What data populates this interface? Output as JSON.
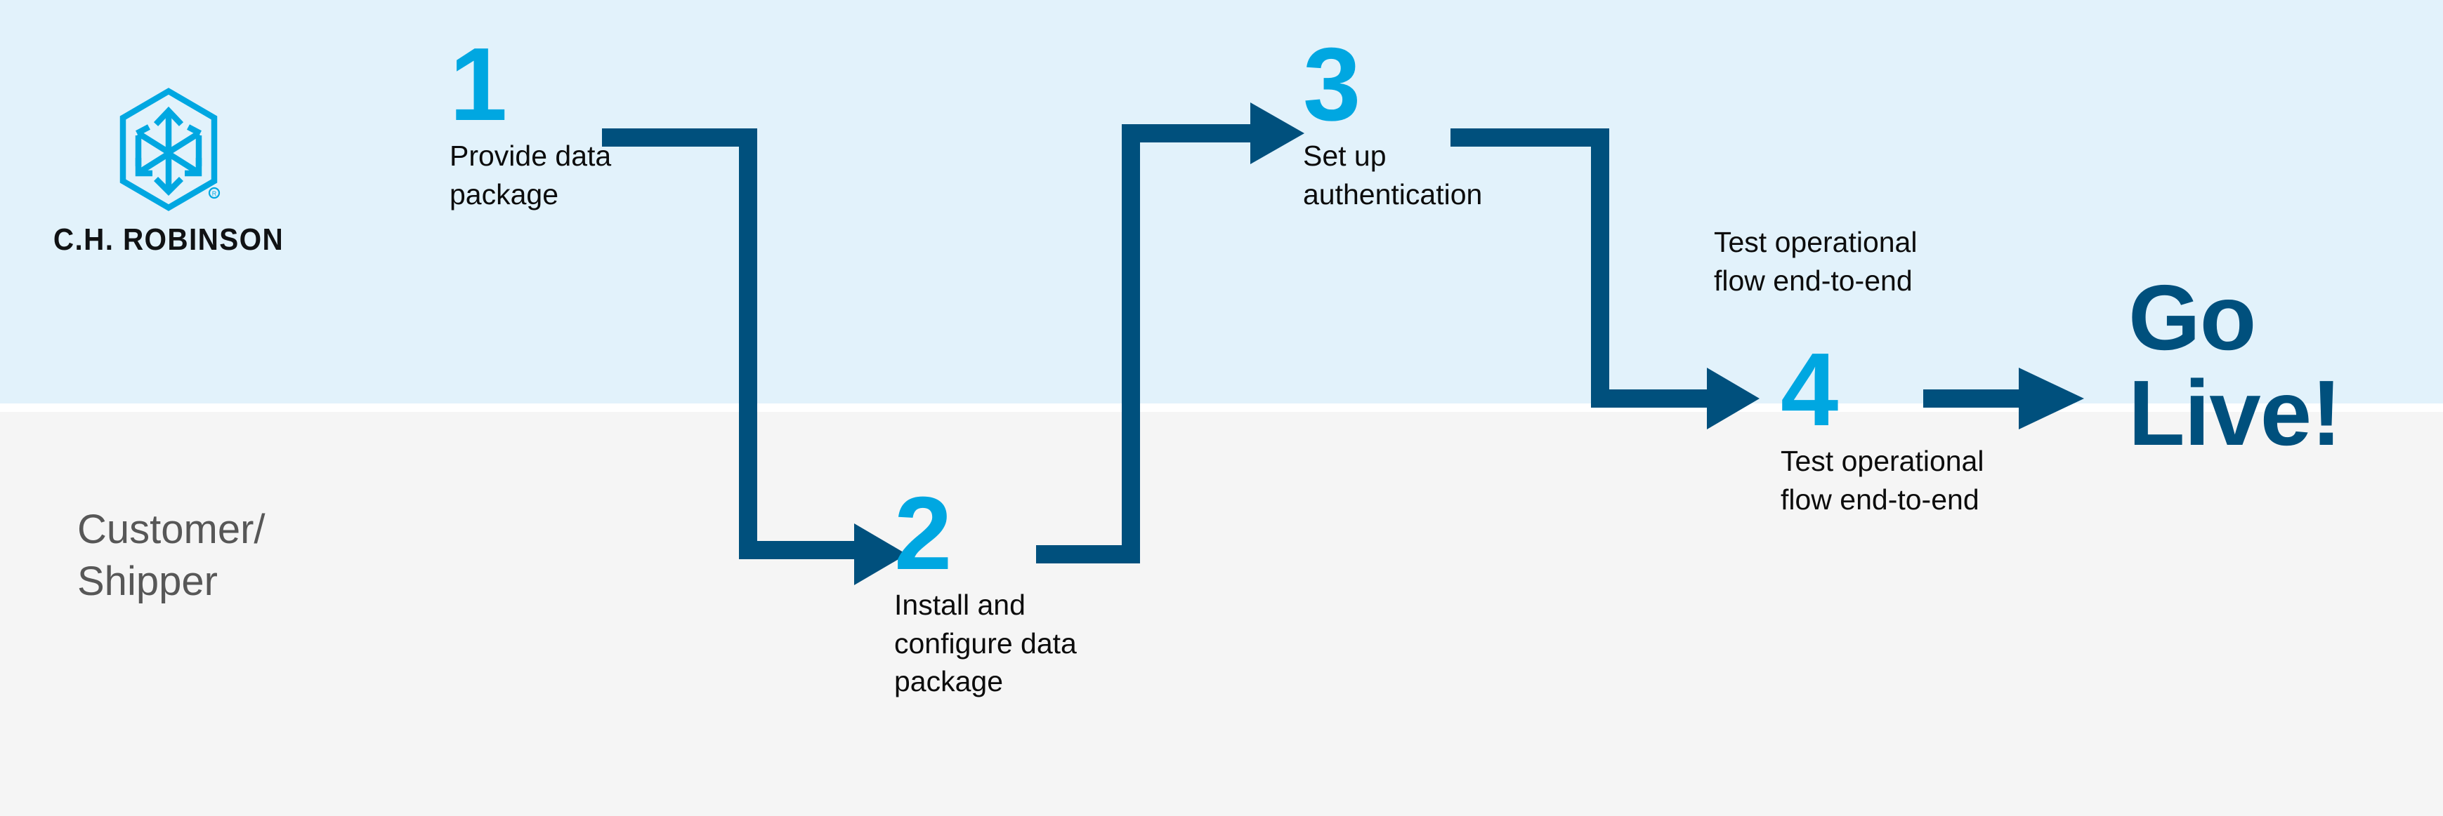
{
  "brand": {
    "logo_icon": "ch-robinson-hexagon-cube-logo",
    "wordmark": "C.H. ROBINSON",
    "registered_mark": "®",
    "accent_cyan": "#00a7e1",
    "accent_navy": "#00507d",
    "band_top_color": "#e2f2fb",
    "band_bottom_color": "#f5f5f5"
  },
  "lane": {
    "label": "Customer/\nShipper"
  },
  "steps": [
    {
      "number": "1",
      "text": "Provide data\npackage"
    },
    {
      "number": "2",
      "text": "Install and\nconfigure data\npackage"
    },
    {
      "number": "3",
      "text": "Set up\nauthentication"
    },
    {
      "number": "4",
      "text": "Test operational\nflow end-to-end"
    }
  ],
  "extra_labels": [
    {
      "text": "Test operational\nflow end-to-end"
    }
  ],
  "outcome": {
    "text": "Go\nLive!"
  },
  "connectors": [
    {
      "from": "1",
      "to": "2",
      "shape": "right-down-right-arrow"
    },
    {
      "from": "2",
      "to": "3",
      "shape": "right-up-right-arrow"
    },
    {
      "from": "3",
      "to": "4",
      "shape": "right-down-right-arrow"
    },
    {
      "from": "4",
      "to": "go-live",
      "shape": "right-arrow"
    }
  ]
}
